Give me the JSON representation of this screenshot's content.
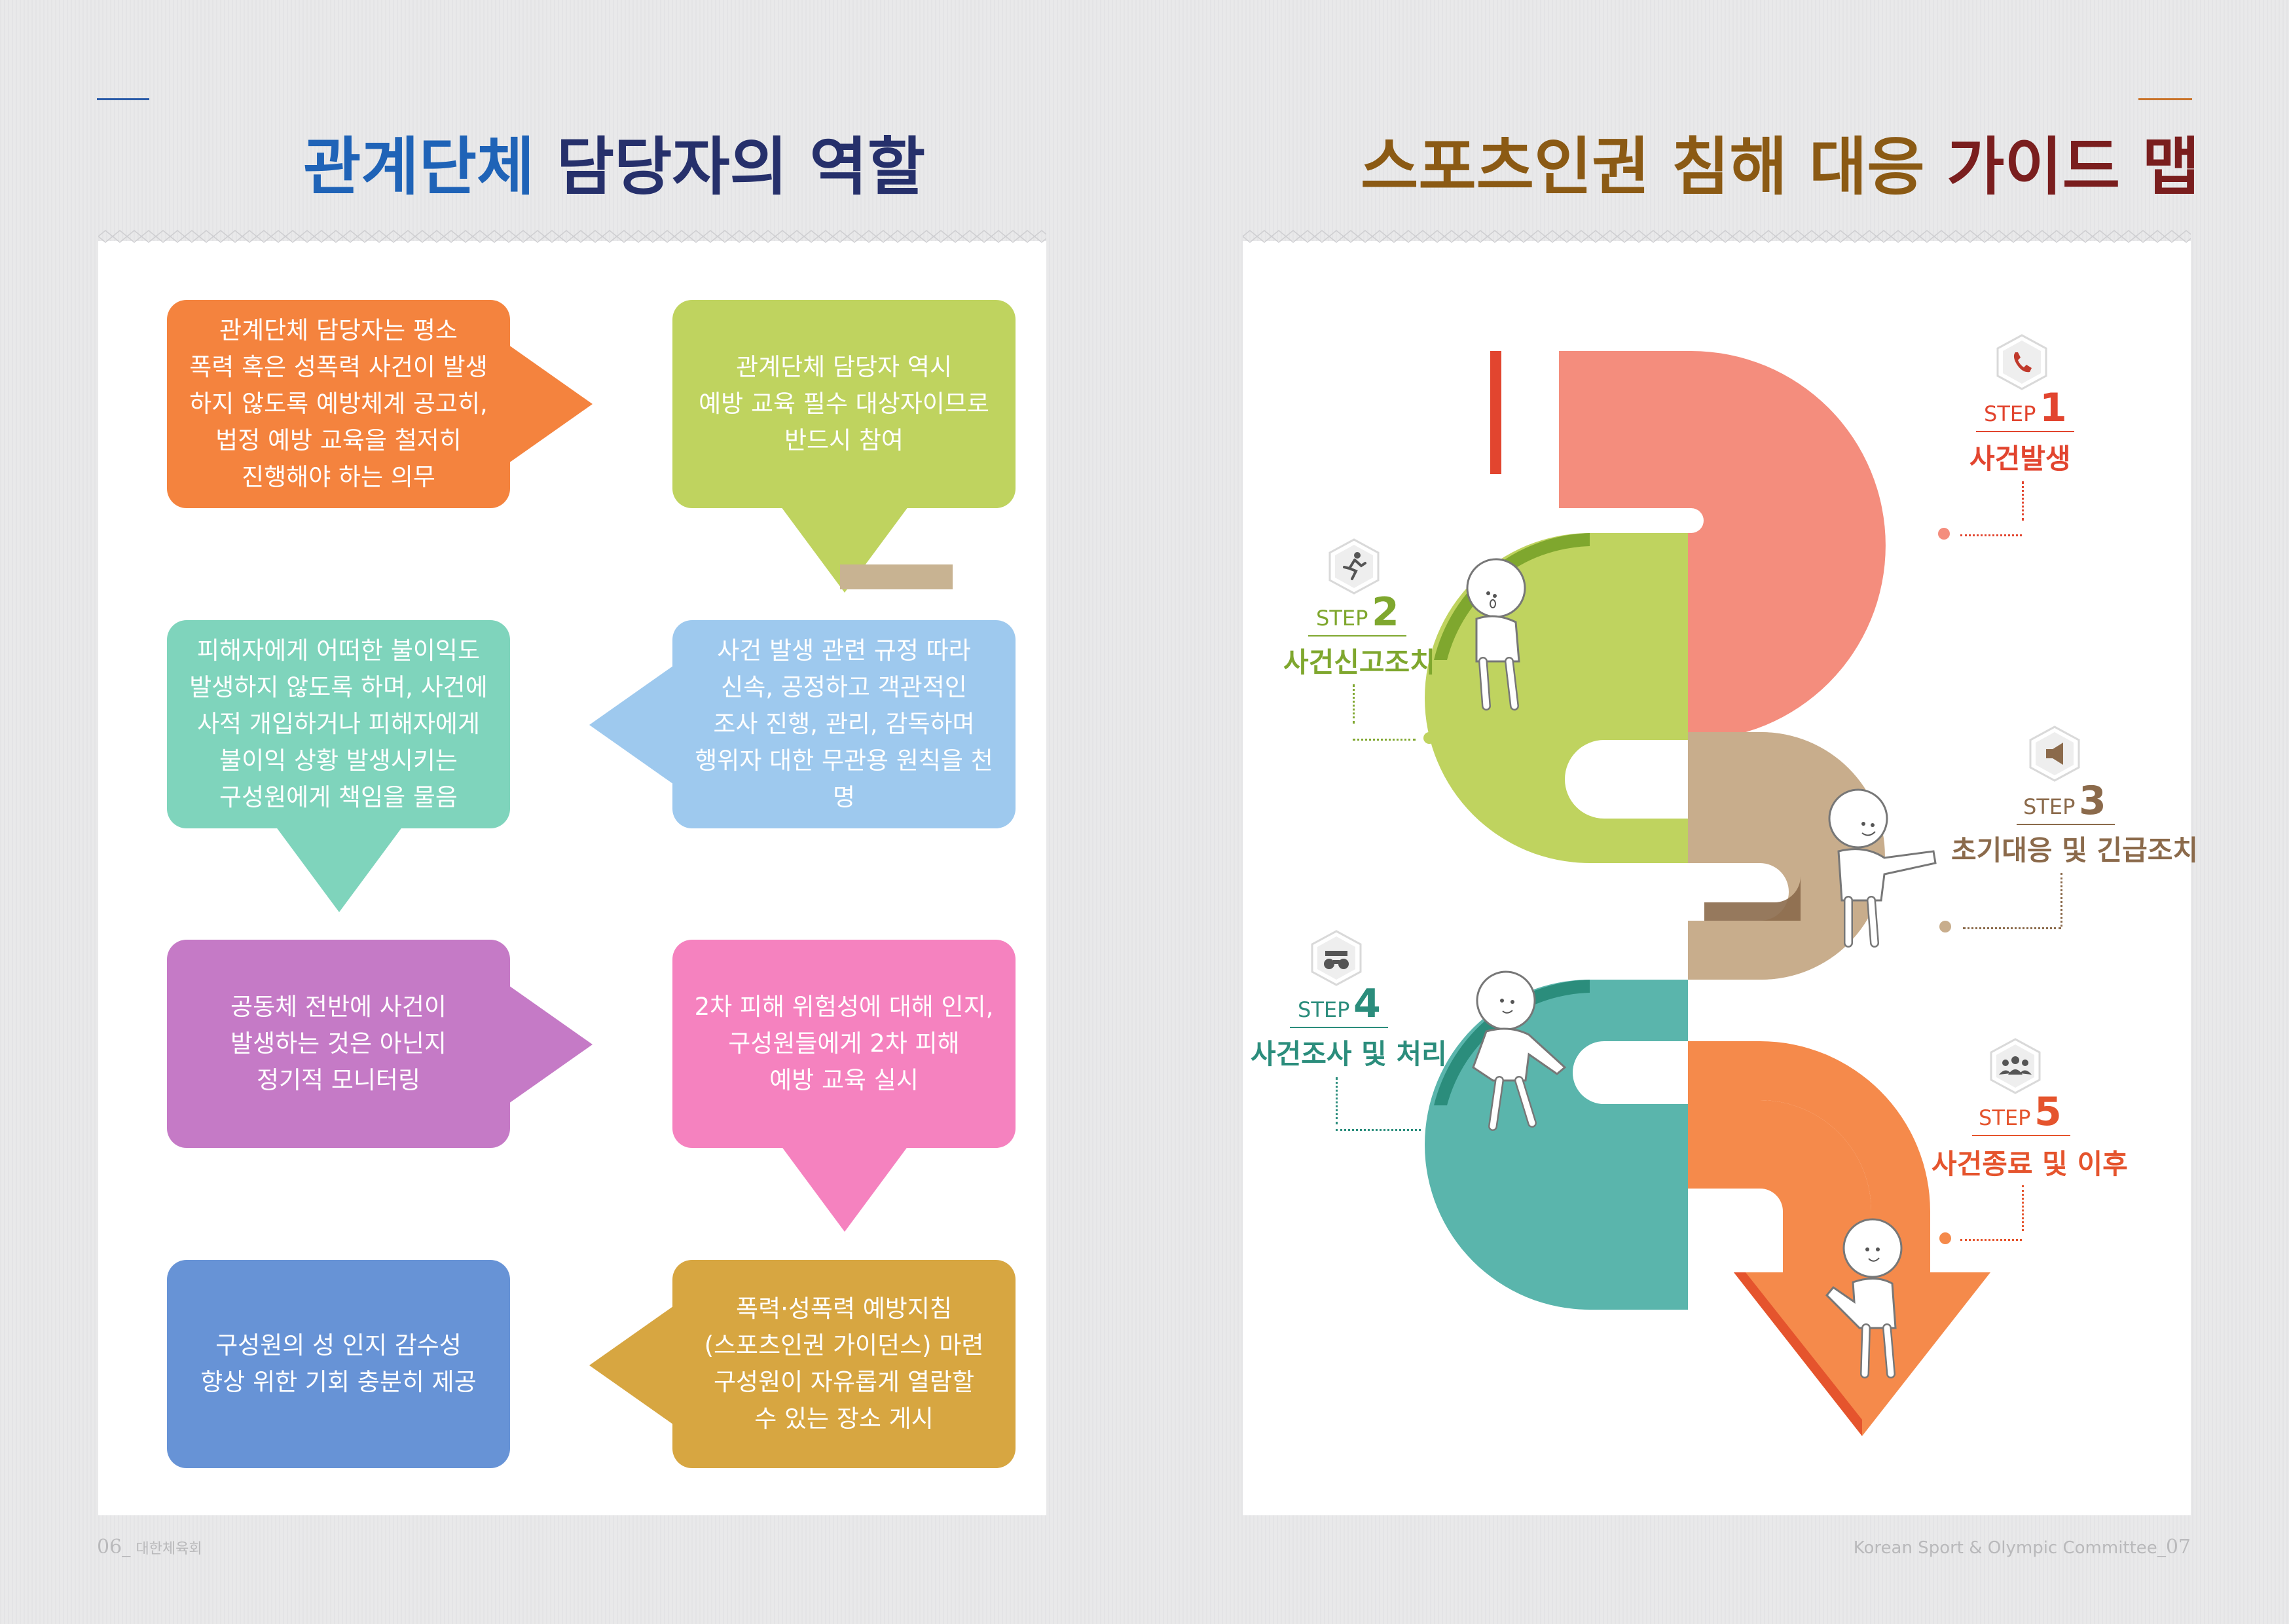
{
  "left": {
    "title_part1": "관계단체",
    "title_part2": "담당자의 역할",
    "boxes": [
      {
        "id": "b1",
        "text": "관계단체 담당자는 평소\n폭력 혹은 성폭력 사건이 발생\n하지 않도록 예방체계 공고히,\n법정 예방 교육을 철저히\n진행해야 하는 의무",
        "color": "#f4833e"
      },
      {
        "id": "b2",
        "text": "관계단체 담당자 역시\n예방 교육 필수 대상자이므로\n반드시 참여",
        "color": "#bfd35f"
      },
      {
        "id": "b3",
        "text": "사건 발생 관련 규정 따라\n신속, 공정하고 객관적인\n조사 진행, 관리, 감독하며\n행위자 대한 무관용 원칙을 천명",
        "color": "#9ec9ee"
      },
      {
        "id": "b4",
        "text": "피해자에게 어떠한 불이익도\n발생하지 않도록 하며, 사건에\n사적 개입하거나 피해자에게\n불이익 상황 발생시키는\n구성원에게 책임을 물음",
        "color": "#7fd4bc"
      },
      {
        "id": "b5",
        "text": "공동체 전반에 사건이\n발생하는 것은 아닌지\n정기적 모니터링",
        "color": "#c57ac6"
      },
      {
        "id": "b6",
        "text": "2차 피해 위험성에 대해 인지,\n구성원들에게  2차 피해\n예방 교육 실시",
        "color": "#f582bf"
      },
      {
        "id": "b7",
        "text": "폭력·성폭력 예방지침\n(스포츠인권 가이던스) 마련\n구성원이 자유롭게 열람할\n수 있는 장소 게시",
        "color": "#d7a641"
      },
      {
        "id": "b8",
        "text": "구성원의 성 인지 감수성\n향상 위한 기회 충분히 제공",
        "color": "#6793d6"
      }
    ]
  },
  "right": {
    "title_part1": "스포츠인권 침해 대응",
    "title_part2": "가이드 맵",
    "steps": [
      {
        "label": "STEP",
        "num": "1",
        "name": "사건발생",
        "color": "#e2452f",
        "icon": "phone-icon"
      },
      {
        "label": "STEP",
        "num": "2",
        "name": "사건신고조치",
        "color": "#7fa72e",
        "icon": "runner-icon"
      },
      {
        "label": "STEP",
        "num": "3",
        "name": "초기대응 및 긴급조치",
        "color": "#8b6a4b",
        "icon": "megaphone-icon"
      },
      {
        "label": "STEP",
        "num": "4",
        "name": "사건조사 및 처리",
        "color": "#2b8d7c",
        "icon": "investigation-icon"
      },
      {
        "label": "STEP",
        "num": "5",
        "name": "사건종료 및 이후",
        "color": "#e5542d",
        "icon": "group-icon"
      }
    ]
  },
  "footer": {
    "left_page": "06",
    "left_sep": "_",
    "left_org": "대한체육회",
    "right_org": "Korean Sport & Olympic Committee",
    "right_sep": "_",
    "right_page": "07"
  },
  "colors": {
    "blue_title": "#1f63b7",
    "navy_title": "#26306b",
    "brown_title": "#8b5a14",
    "darkred_title": "#7a1e1e",
    "line_blue": "#2a5ba8",
    "line_orange": "#c9732a"
  }
}
